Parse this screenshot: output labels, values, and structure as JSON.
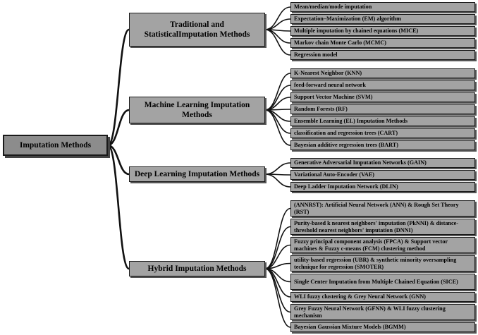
{
  "root": {
    "label": "Imputation Methods"
  },
  "categories": [
    {
      "label": "Traditional and StatisticalImputation Methods",
      "items": [
        "Mean/median/mode imputation",
        "Expectation–Maximization (EM) algorithm",
        "Multiple imputation by chained equations (MICE)",
        "Markov chain Monte Carlo (MCMC)",
        "Regression model"
      ]
    },
    {
      "label": "Machine Learning Imputation Methods",
      "items": [
        "K-Nearest Neighbor (KNN)",
        "feed-forward neural network",
        "Support Vector Machine (SVM)",
        "Random Forests (RF)",
        "Ensemble Learning (EL) Imputation Methods",
        "classification and regression trees (CART)",
        "Bayesian additive regression trees (BART)"
      ]
    },
    {
      "label": "Deep Learning Imputation  Methods",
      "items": [
        "Generative Adversarial Imputation Networks (GAIN)",
        "Variational Auto-Encoder (VAE)",
        "Deep Ladder Imputation Network (DLIN)"
      ]
    },
    {
      "label": "Hybrid Imputation Methods",
      "items": [
        "(ANNRST): Artificial Neural Network (ANN) &  Rough Set Theory (RST)",
        "Purity-based k nearest neighbors' imputation (PkNNI) & distance-threshold nearest neighbors' imputation (DNNI)",
        "Fuzzy principal component analysis (FPCA) & Support vector machines & Fuzzy c-means (FCM) clustering method",
        "utility-based regression (UBR) & synthetic minority oversampling technique for regression (SMOTER)",
        "Single Center Imputation from Multiple Chained Equation (SICE)",
        "WLI fuzzy clustering & Grey Neural Network (GNN)",
        "Grey Fuzzy Neural Network (GFNN) & WLI fuzzy clustering mechanism",
        "Bayesian Gaussian Mixture Models (BGMM)"
      ]
    }
  ]
}
